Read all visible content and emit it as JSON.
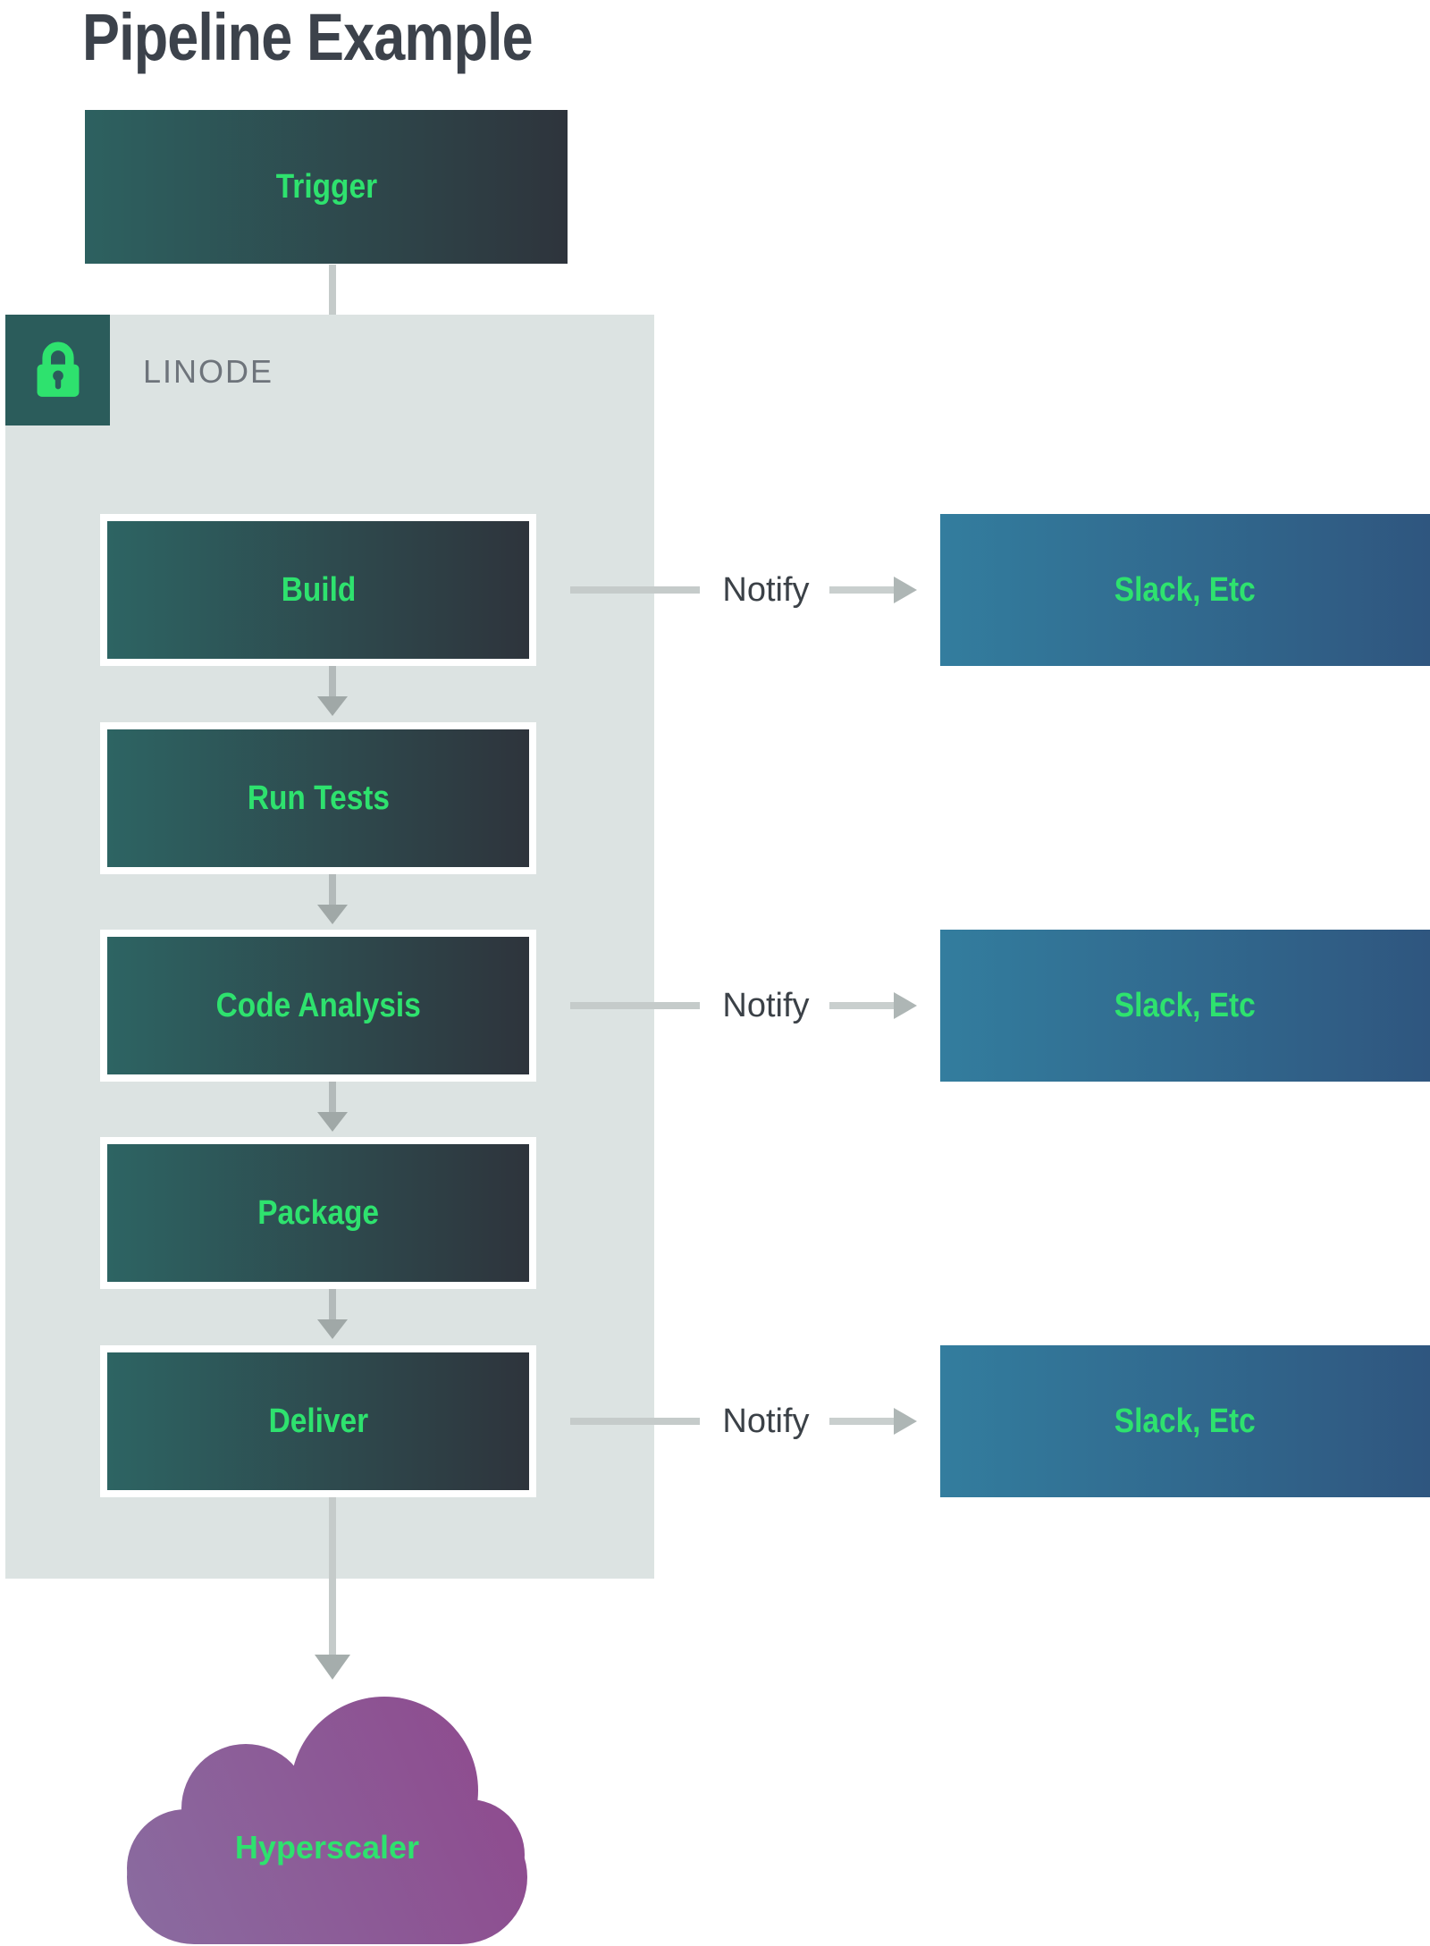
{
  "title": "Pipeline Example",
  "trigger": {
    "label": "Trigger"
  },
  "linode": {
    "label": "LINODE",
    "icon": "lock-icon"
  },
  "stages": [
    {
      "label": "Build",
      "notify": true
    },
    {
      "label": "Run Tests",
      "notify": false
    },
    {
      "label": "Code Analysis",
      "notify": true
    },
    {
      "label": "Package",
      "notify": false
    },
    {
      "label": "Deliver",
      "notify": true
    }
  ],
  "notify": {
    "label": "Notify",
    "target_label": "Slack, Etc"
  },
  "cloud": {
    "label": "Hyperscaler"
  },
  "colors": {
    "stage_gradient_start": "#2d6463",
    "stage_gradient_end": "#2e343c",
    "slack_gradient_start": "#337d9e",
    "slack_gradient_end": "#2f567f",
    "cloud_gradient_start": "#8a6ca0",
    "cloud_gradient_end": "#8e4a8e",
    "panel_background": "#dce3e2",
    "accent_green": "#2ee26e",
    "lock_badge_background": "#2b5c5b",
    "arrow_line": "#c5cbca",
    "arrow_head": "#a5adac",
    "title_text": "#3c424b",
    "notify_text": "#3b4147",
    "linode_text": "#6e747b"
  }
}
